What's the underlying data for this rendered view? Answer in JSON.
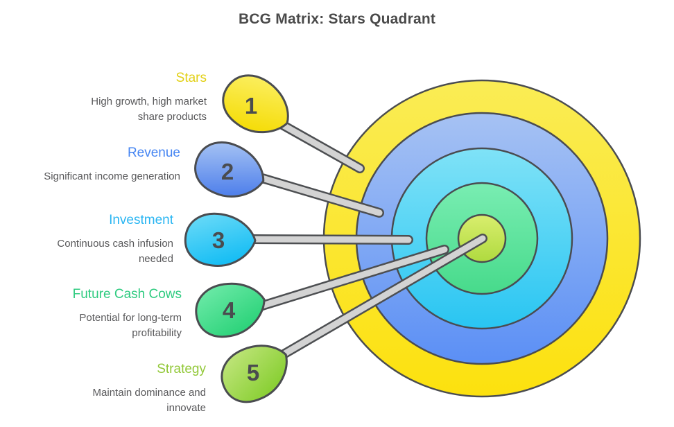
{
  "title": "BCG Matrix: Stars Quadrant",
  "items": [
    {
      "num": "1",
      "label": "Stars",
      "desc": "High growth, high market share products",
      "color": "#e2d014",
      "head_top": "#fcf068",
      "head_bottom": "#f5dd0c"
    },
    {
      "num": "2",
      "label": "Revenue",
      "desc": "Significant income generation",
      "color": "#4484f2",
      "head_top": "#afcaf5",
      "head_bottom": "#5282eb"
    },
    {
      "num": "3",
      "label": "Investment",
      "desc": "Continuous cash infusion needed",
      "color": "#28b5f2",
      "head_top": "#6fdcf8",
      "head_bottom": "#18bef4"
    },
    {
      "num": "4",
      "label": "Future Cash Cows",
      "desc": "Potential for long-term profitability",
      "color": "#2fcb80",
      "head_top": "#70ebaa",
      "head_bottom": "#2fd47c"
    },
    {
      "num": "5",
      "label": "Strategy",
      "desc": "Maintain dominance and innovate",
      "color": "#92c838",
      "head_top": "#c3e67f",
      "head_bottom": "#8bd036"
    }
  ],
  "target": {
    "rings": [
      {
        "name": "outer-yellow",
        "top": "#faec55",
        "bottom": "#fce10e"
      },
      {
        "name": "blue",
        "top": "#a6c2f3",
        "bottom": "#5b8ff5"
      },
      {
        "name": "cyan",
        "top": "#7fe2f7",
        "bottom": "#29c5f2"
      },
      {
        "name": "green",
        "top": "#79edb2",
        "bottom": "#47da8b"
      },
      {
        "name": "bullseye",
        "top": "#d9ee6e",
        "bottom": "#afda3f"
      }
    ],
    "outline_color": "#4a4c50",
    "stick_fill": "#d3d3d3",
    "stick_outline": "#4d4f52"
  }
}
